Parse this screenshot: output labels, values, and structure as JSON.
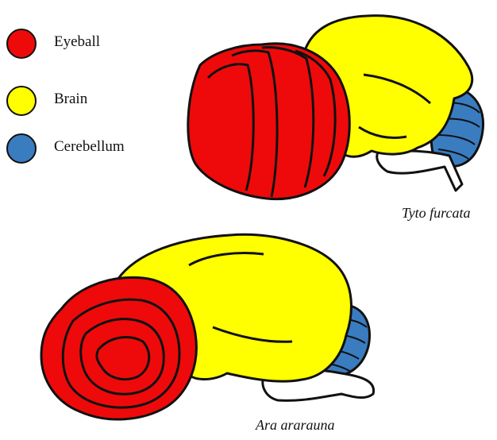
{
  "colors": {
    "eyeball": "#ee0a0a",
    "brain": "#ffff00",
    "cerebellum": "#3a7cc0",
    "outline": "#111111"
  },
  "legend": [
    {
      "label": "Eyeball",
      "icon": "red-circle"
    },
    {
      "label": "Brain",
      "icon": "yellow-circle"
    },
    {
      "label": "Cerebellum",
      "icon": "blue-circle"
    }
  ],
  "specimens": [
    {
      "caption": "Tyto furcata"
    },
    {
      "caption": "Ara ararauna"
    }
  ]
}
